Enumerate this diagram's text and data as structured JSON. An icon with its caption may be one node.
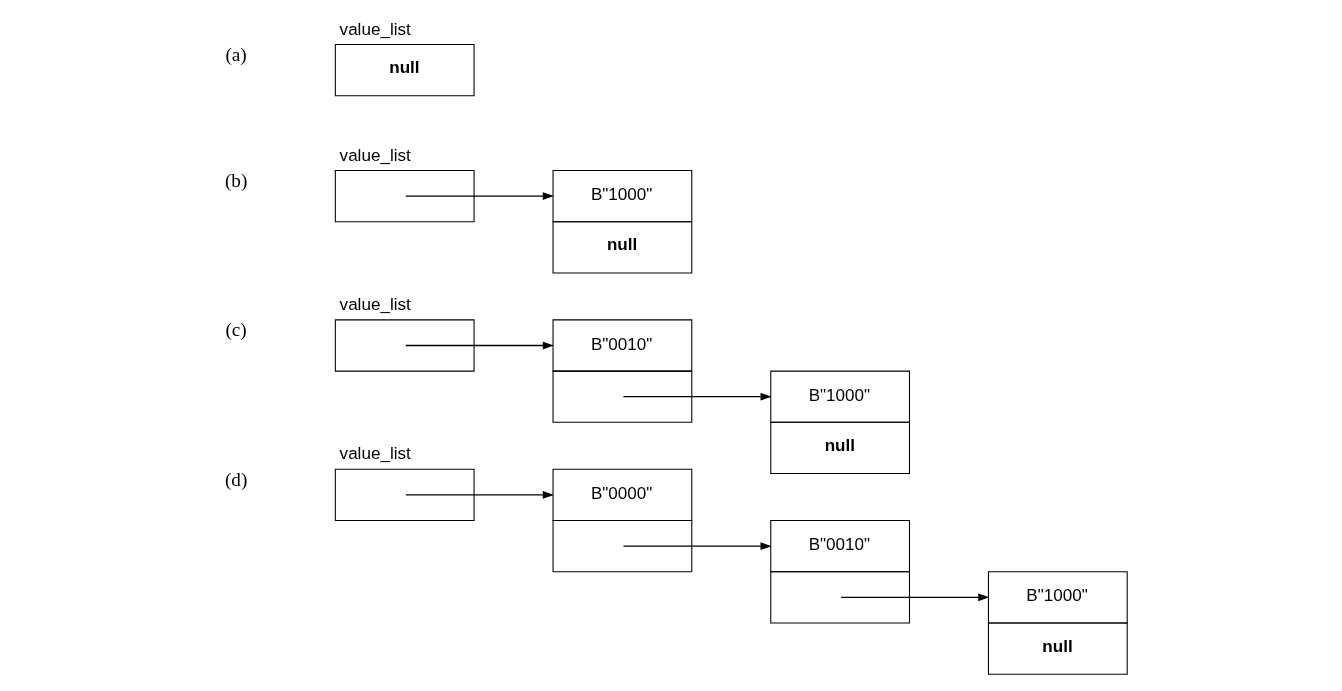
{
  "diagram": {
    "nodes": [
      {
        "text": [
          "value_list",
          "null"
        ]
      },
      {
        "text": [
          "value_list"
        ]
      },
      {
        "text": [
          "B\"1000\"",
          "null"
        ]
      },
      {
        "text": [
          "value_list"
        ]
      },
      {
        "text": [
          "B\"0010\""
        ]
      },
      {
        "text": [
          "B\"1000\"",
          "null"
        ]
      },
      {
        "text": [
          "value_list"
        ]
      },
      {
        "text": [
          "B\"0000\""
        ]
      },
      {
        "text": [
          "B\"0010\""
        ]
      },
      {
        "text": [
          "B\"1000\"",
          "null"
        ]
      }
    ],
    "edges": [
      {
        "from": 1,
        "to": 2,
        "arrow": "to"
      },
      {
        "from": 3,
        "to": 4,
        "arrow": "to"
      },
      {
        "from": 4,
        "to": 5,
        "arrow": "to"
      },
      {
        "from": 6,
        "to": 7,
        "arrow": "to"
      },
      {
        "from": 7,
        "to": 8,
        "arrow": "to"
      },
      {
        "from": 8,
        "to": 9,
        "arrow": "to"
      }
    ],
    "labels": [
      "(a)",
      "(b)",
      "(c)",
      "(d)"
    ]
  }
}
